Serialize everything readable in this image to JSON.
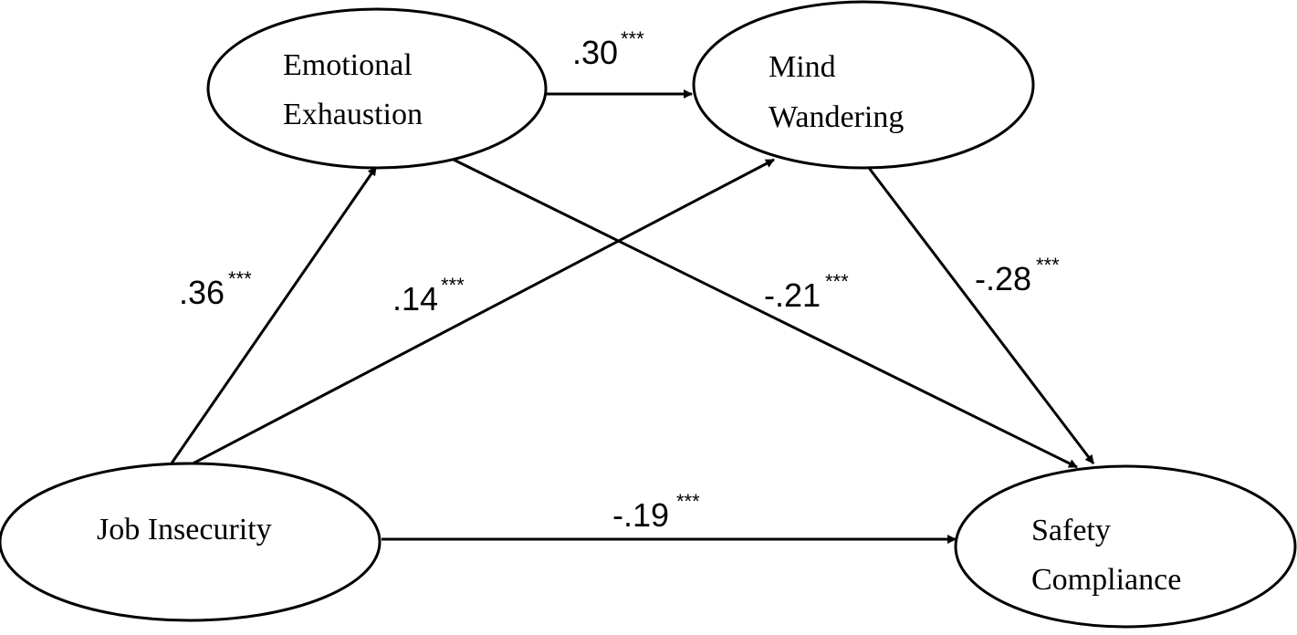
{
  "nodes": {
    "emotional_exhaustion": {
      "line1": "Emotional",
      "line2": "Exhaustion"
    },
    "mind_wandering": {
      "line1": "Mind",
      "line2": "Wandering"
    },
    "job_insecurity": {
      "line1": "Job Insecurity"
    },
    "safety_compliance": {
      "line1": "Safety",
      "line2": "Compliance"
    }
  },
  "paths": {
    "ee_to_mw": {
      "coef": ".30",
      "sig": "***"
    },
    "ji_to_ee": {
      "coef": ".36",
      "sig": "***"
    },
    "ji_to_mw": {
      "coef": ".14",
      "sig": "***"
    },
    "ee_to_sc": {
      "coef": "-.21",
      "sig": "***"
    },
    "mw_to_sc": {
      "coef": "-.28",
      "sig": "***"
    },
    "ji_to_sc": {
      "coef": "-.19",
      "sig": "***"
    }
  }
}
